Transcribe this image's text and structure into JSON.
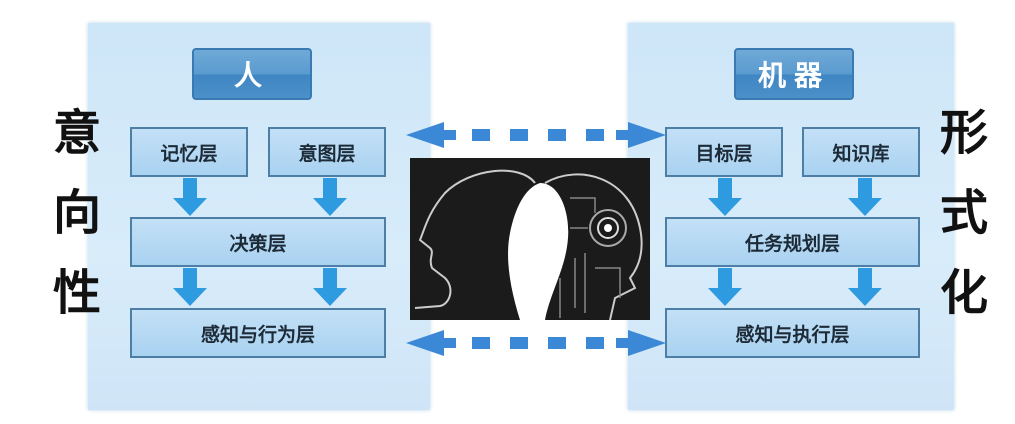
{
  "human": {
    "title": "人",
    "side_label": [
      "意",
      "向",
      "性"
    ],
    "layers": {
      "memory": "记忆层",
      "intent": "意图层",
      "decision": "决策层",
      "perception_action": "感知与行为层"
    }
  },
  "machine": {
    "title": "机器",
    "side_label": [
      "形",
      "式",
      "化"
    ],
    "layers": {
      "goal": "目标层",
      "knowledge": "知识库",
      "planning": "任务规划层",
      "perception_execution": "感知与执行层"
    }
  },
  "center_image": "human-machine-head-illustration",
  "colors": {
    "panel": "#d3e9f9",
    "header": "#4b90c9",
    "arrow": "#2e8fd8",
    "dashed_arrow": "#3b88d6",
    "box": "#b5d8f3"
  }
}
